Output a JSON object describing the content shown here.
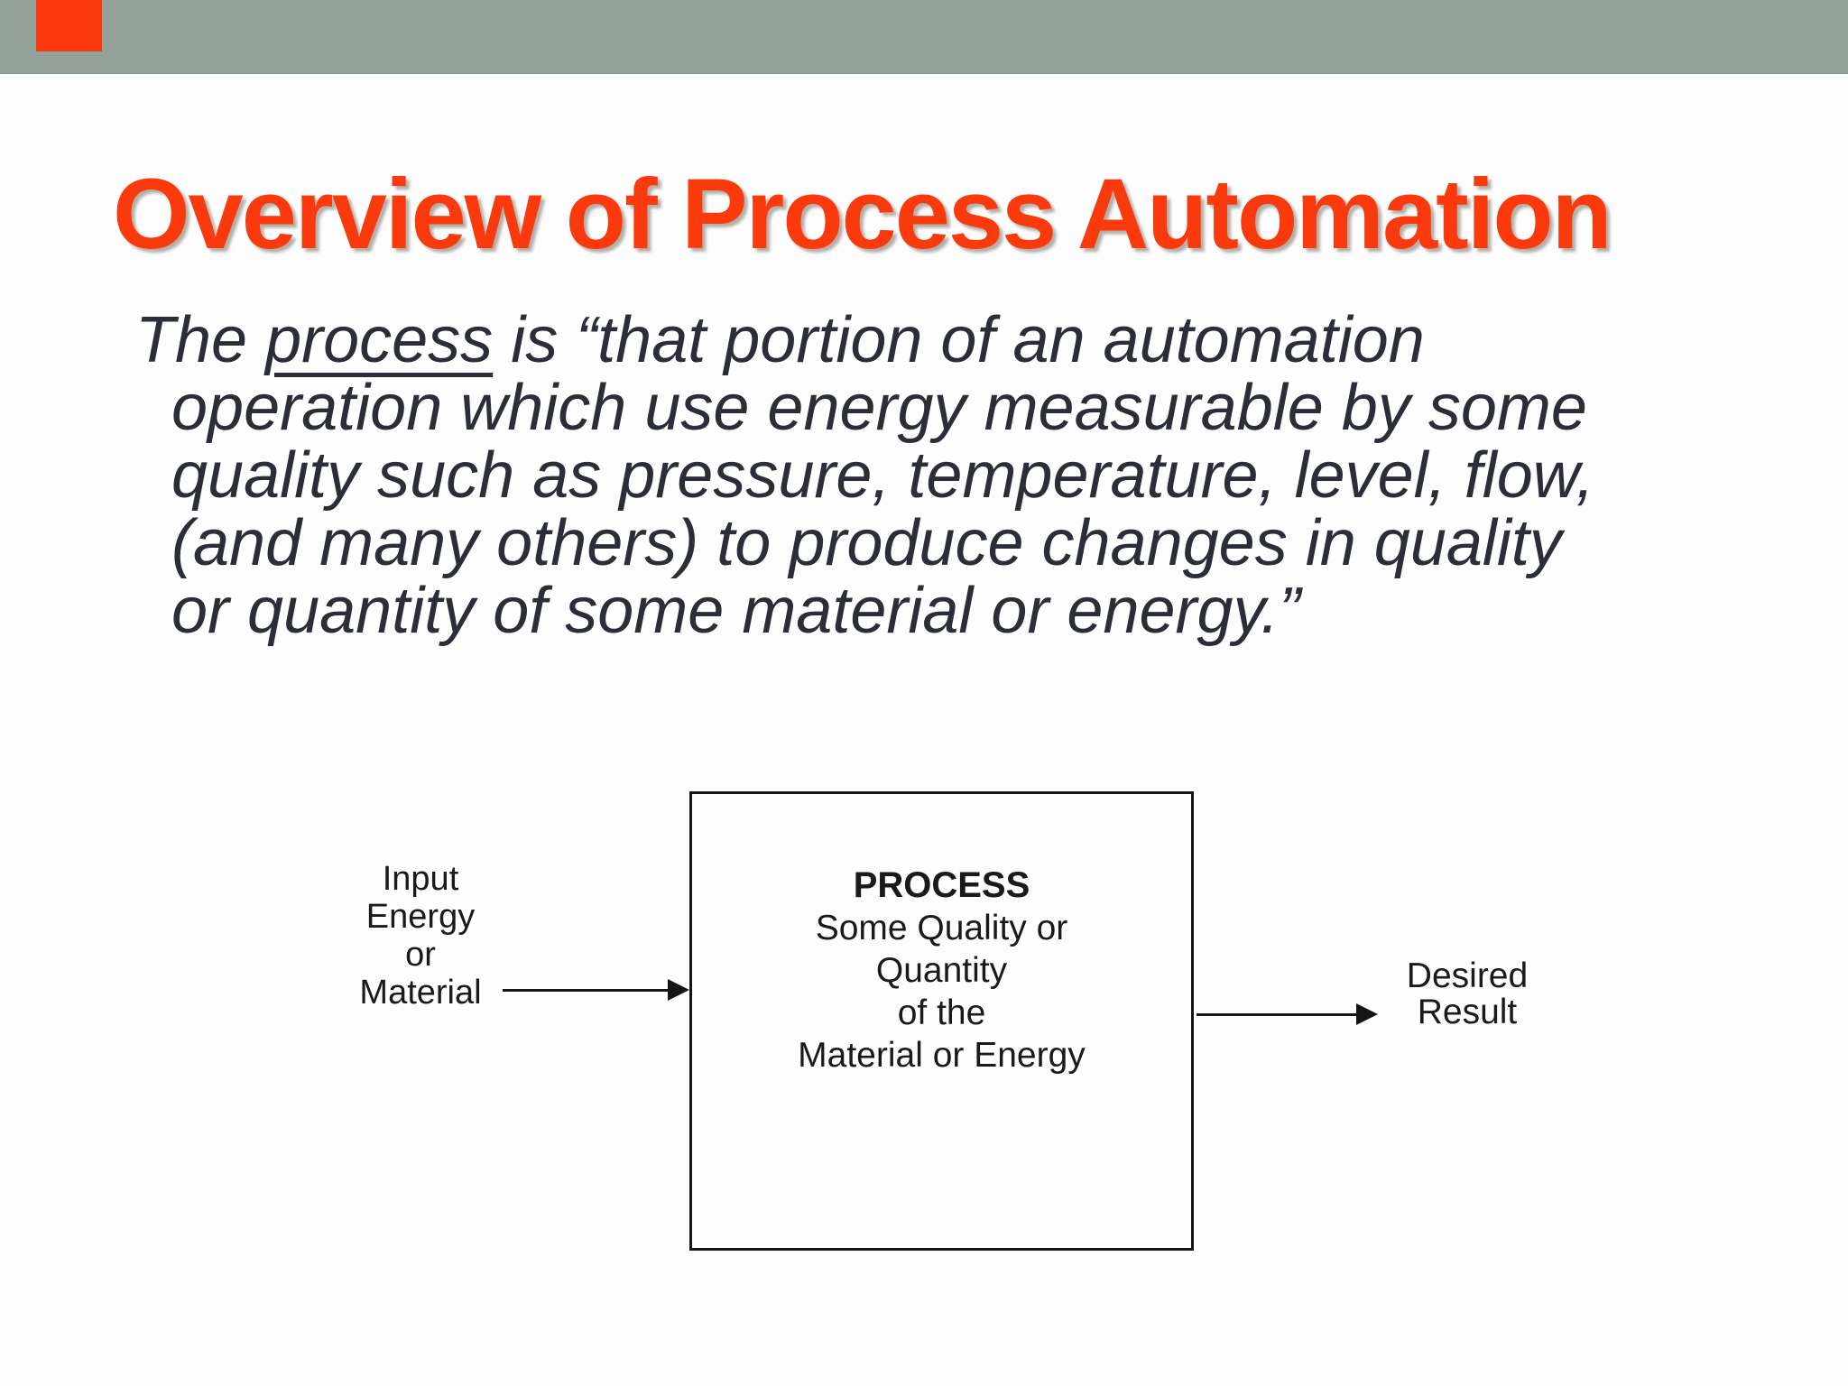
{
  "slide": {
    "title": "Overview of Process Automation",
    "paragraph": {
      "line1_pre": "The ",
      "line1_underlined": "process",
      "line1_post": " is “that portion of an automation",
      "line2": "operation which use energy measurable by some",
      "line3": "quality such as pressure, temperature, level, flow,",
      "line4": "(and many others) to produce changes in quality",
      "line5": "or quantity of some material or energy.”"
    },
    "diagram": {
      "input_label": "Input\nEnergy\nor\nMaterial",
      "box_title": "PROCESS",
      "box_body": "Some Quality or\nQuantity\nof the\nMaterial or Energy",
      "output_label": "Desired\nResult"
    },
    "colors": {
      "accent_red": "#FA3A0D",
      "banner_gray": "#93A19B",
      "body_text": "#2B2E36",
      "diagram_ink": "#1A1A1A",
      "background": "#FDFDFE"
    }
  }
}
